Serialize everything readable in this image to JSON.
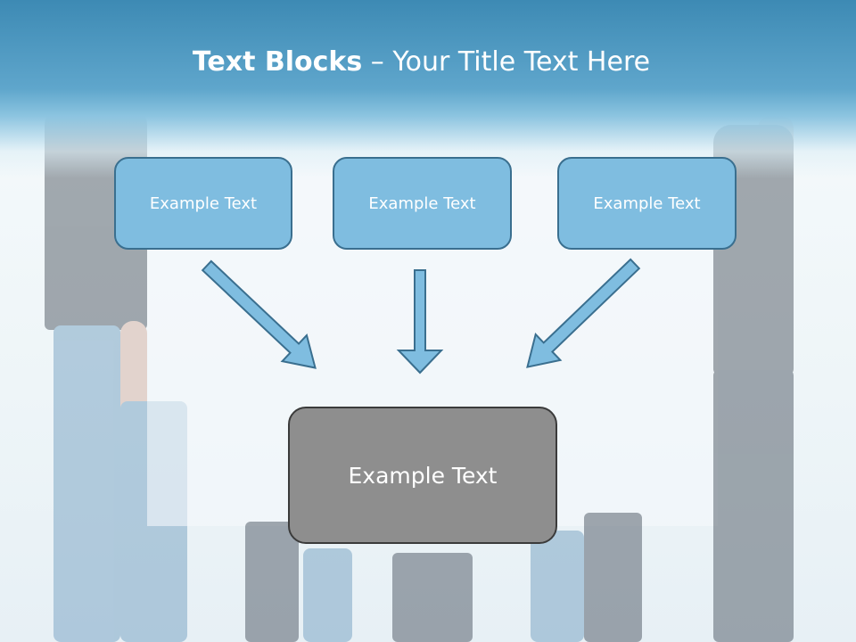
{
  "slide": {
    "title_bold": "Text Blocks",
    "title_dash": " – ",
    "title_rest": "Your Title Text Here",
    "blocks": [
      "Example Text",
      "Example Text",
      "Example Text"
    ],
    "main_block": "Example Text"
  },
  "colors": {
    "header": "#4e9dc6",
    "block_fill": "#7fbde0",
    "block_border": "#3a6f8f",
    "main_fill": "#8e8e8e",
    "arrow_fill": "#7fbde0"
  },
  "icons": [
    "arrow-down-right-icon",
    "arrow-down-icon",
    "arrow-down-left-icon"
  ]
}
